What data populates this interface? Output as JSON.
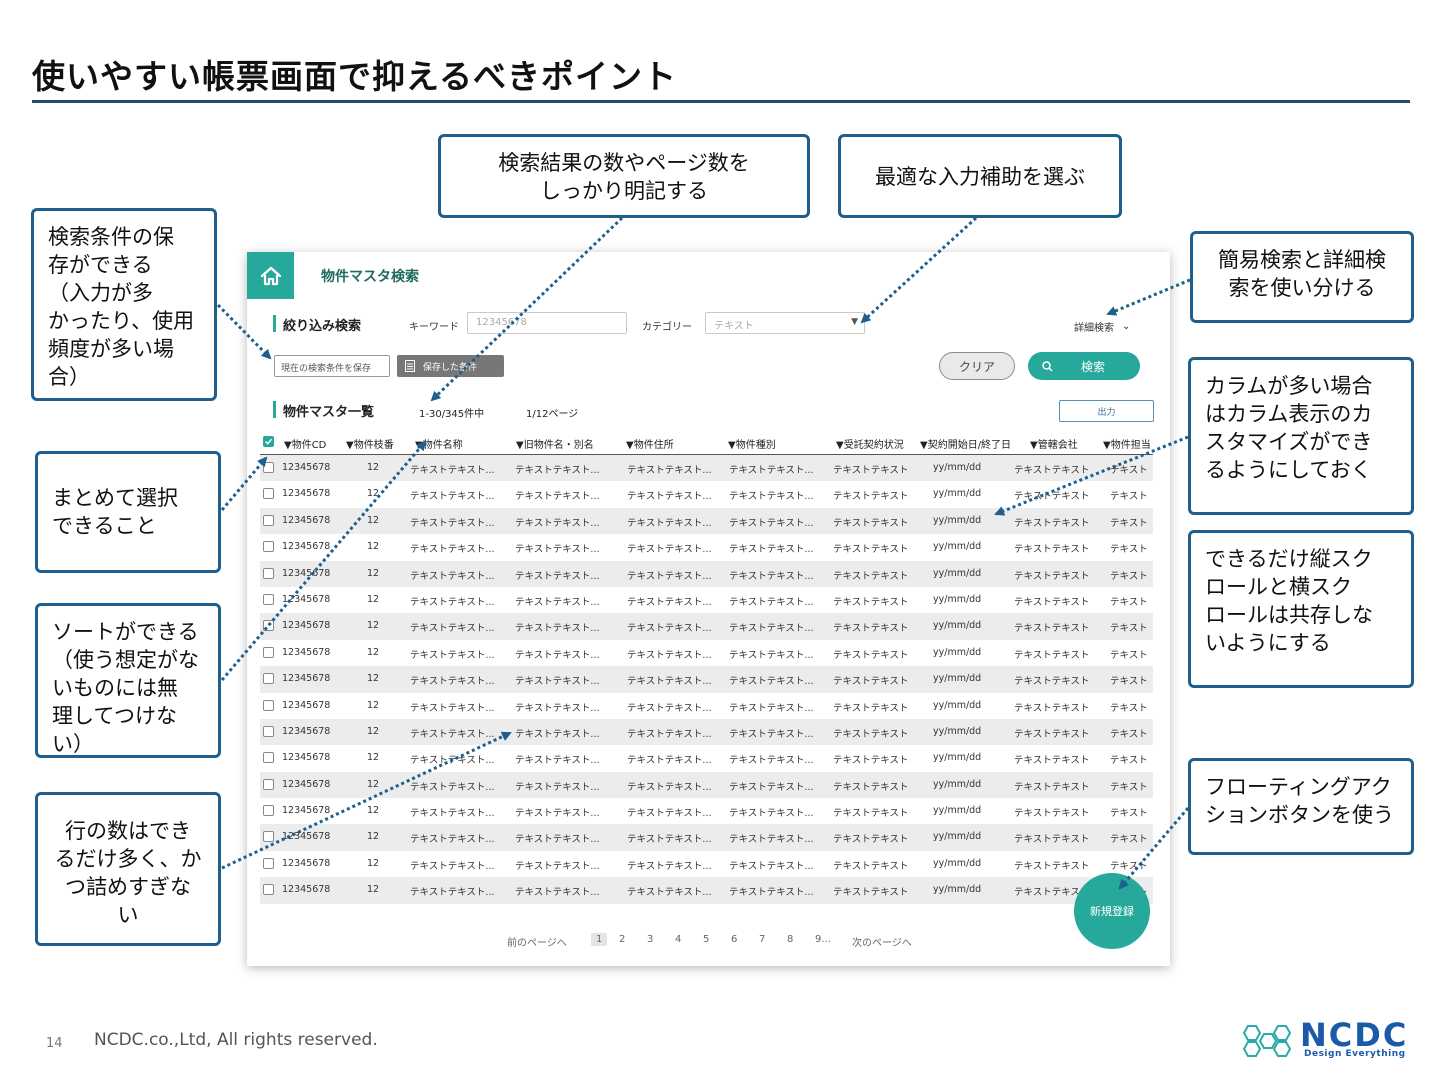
{
  "slide": {
    "title": "使いやすい帳票画面で抑えるべきポイント",
    "page_number": "14",
    "copyright": "NCDC.co.,Ltd, All rights reserved.",
    "logo_text": "NCDC",
    "logo_subtext": "Design Everything"
  },
  "callouts": {
    "save_condition": "検索条件の保\n存ができる\n（入力が多\nかったり、使用\n頻度が多い場\n合）",
    "bulk_select": "まとめて選択\nできること",
    "sort": "ソートができる\n（使う想定がな\nいものには無\n理してつけな\nい）",
    "row_count": "行の数はでき\nるだけ多く、か\nつ詰めすぎな\nい",
    "result_count": "検索結果の数やページ数を\nしっかり明記する",
    "input_assist": "最適な入力補助を選ぶ",
    "simple_detail": "簡易検索と詳細検\n索を使い分ける",
    "column_customize": "カラムが多い場合\nはカラム表示のカ\nスタマイズができ\nるようにしておく",
    "scroll": "できるだけ縦スク\nロールと横スク\nロールは共存しな\nいようにする",
    "fab": "フローティングアク\nションボタンを使う"
  },
  "screen": {
    "title": "物件マスタ検索",
    "filter": {
      "section_label": "絞り込み検索",
      "keyword_label": "キーワード",
      "keyword_value": "12345678",
      "category_label": "カテゴリー",
      "category_value": "テキスト",
      "detail_search": "詳細検索",
      "save_condition_button": "現在の検索条件を保存",
      "saved_conditions_button": "保存した条件",
      "clear_button": "クリア",
      "search_button": "検索"
    },
    "list": {
      "section_label": "物件マスタ一覧",
      "result_count": "1-30/345件中",
      "page_count": "1/12ページ",
      "export_button": "出力",
      "columns": [
        "▼物件CD",
        "▼物件枝番",
        "▼物件名称",
        "▼旧物件名・別名",
        "▼物件住所",
        "▼物件種別",
        "▼受託契約状況",
        "▼契約開始日/終了日",
        "▼管轄会社",
        "▼物件担当"
      ],
      "row_template": [
        "12345678",
        "12",
        "テキストテキスト...",
        "テキストテキスト...",
        "テキストテキスト...",
        "テキストテキスト...",
        "テキストテキスト",
        "yy/mm/dd",
        "テキストテキスト",
        "テキスト"
      ],
      "row_count": 17
    },
    "pagination": {
      "prev": "前のページへ",
      "pages": [
        "1",
        "2",
        "3",
        "4",
        "5",
        "6",
        "7",
        "8",
        "9..."
      ],
      "current": "1",
      "next": "次のページへ"
    },
    "fab_label": "新規登録"
  },
  "colors": {
    "accent": "#26a89a",
    "callout_border": "#1f5f8b",
    "title_rule": "#1d4f73",
    "logo": "#1a5aa8"
  }
}
